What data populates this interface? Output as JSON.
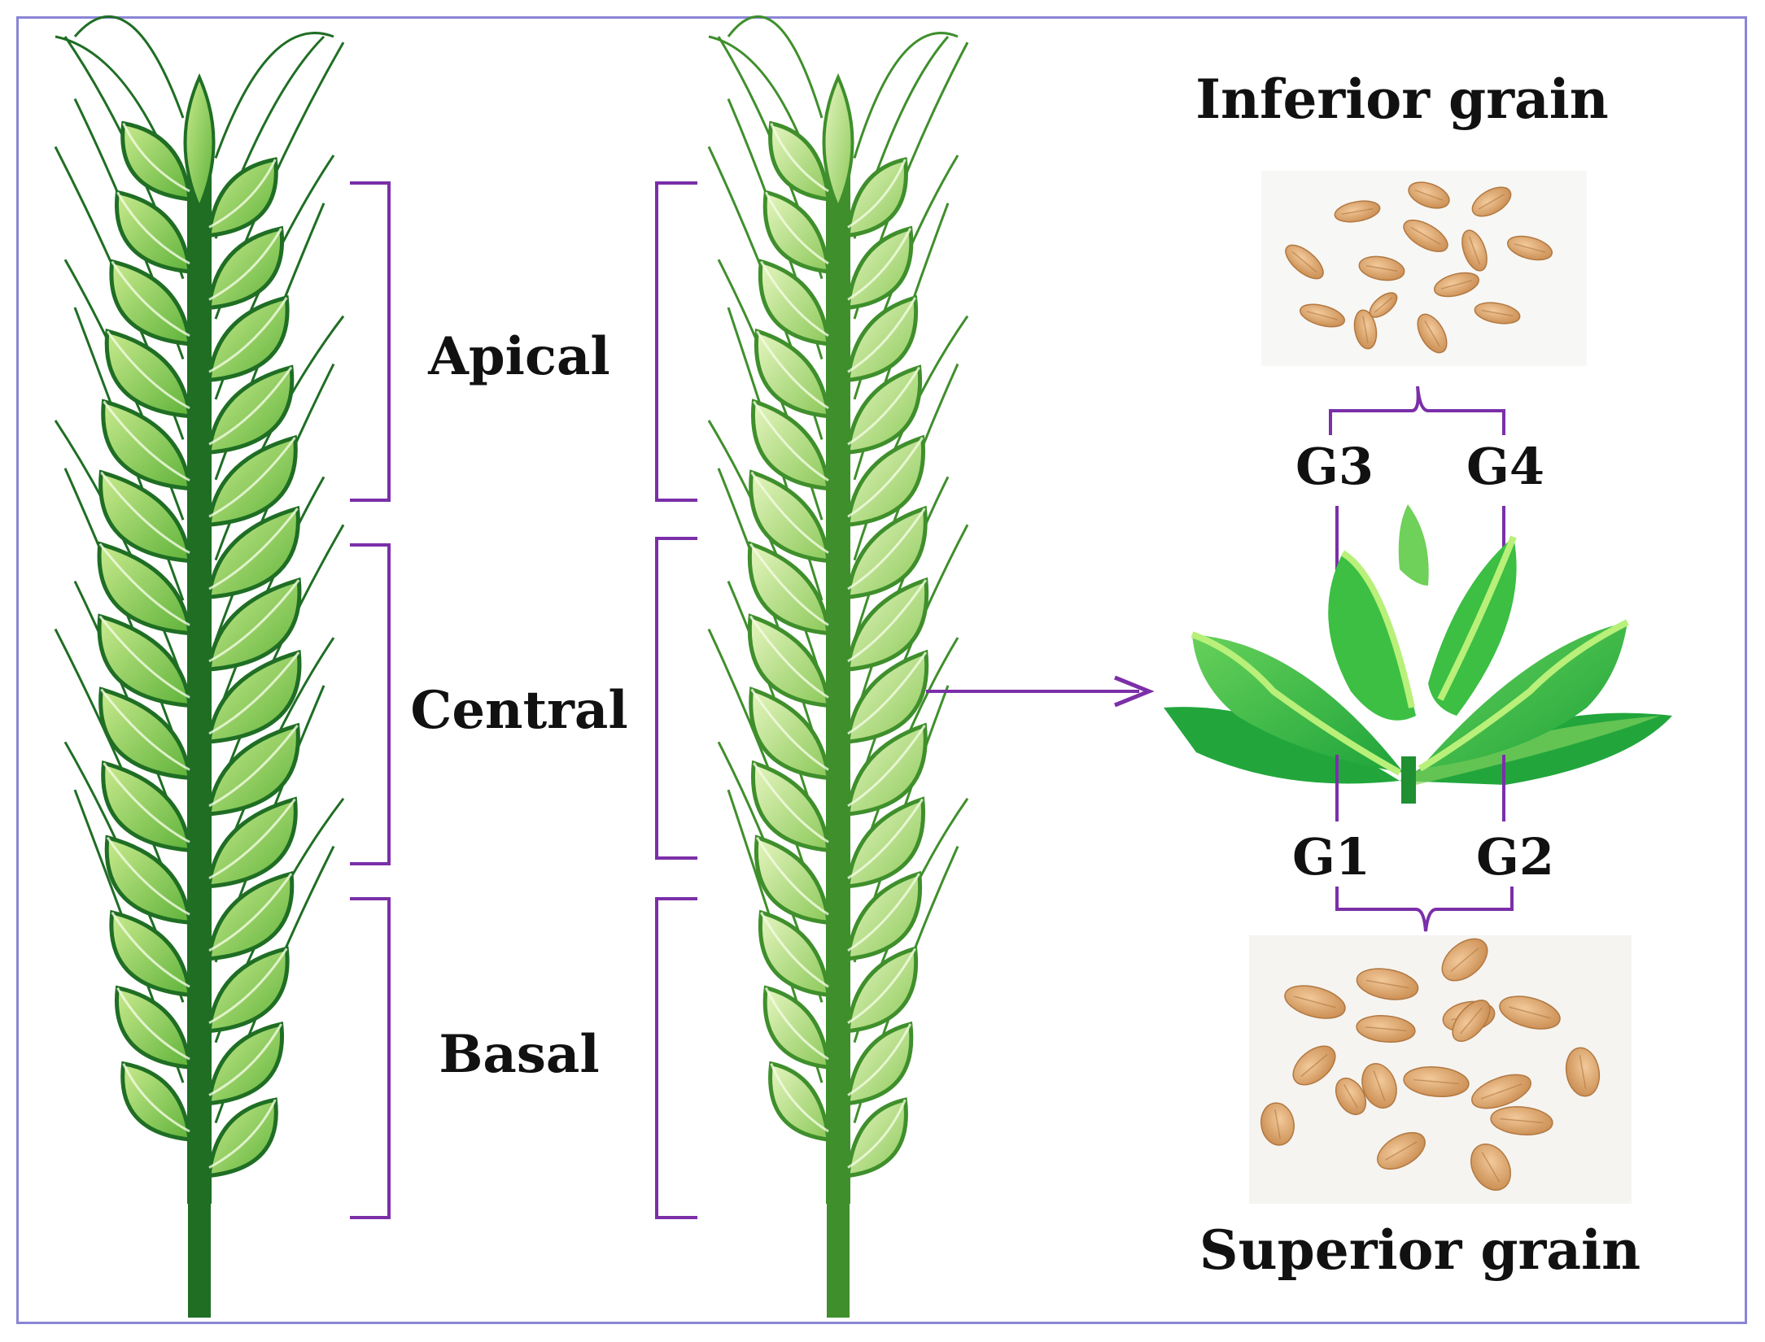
{
  "labels": {
    "apical": "Apical",
    "central": "Central",
    "basal": "Basal",
    "inferior": "Inferior grain",
    "superior": "Superior grain",
    "g1": "G1",
    "g2": "G2",
    "g3": "G3",
    "g4": "G4"
  },
  "colors": {
    "bracket": "#7b2fa8",
    "border": "#8a85d6",
    "dark_green": "#1f7a1f",
    "light_green": "#8fcf4f",
    "pale_green": "#cfe8a8",
    "grain": "#d9a066"
  },
  "icons": [
    "wheat-spike-illustration-left",
    "wheat-spike-illustration-right",
    "spikelet-illustration",
    "grain-cluster-inferior",
    "grain-cluster-superior"
  ]
}
